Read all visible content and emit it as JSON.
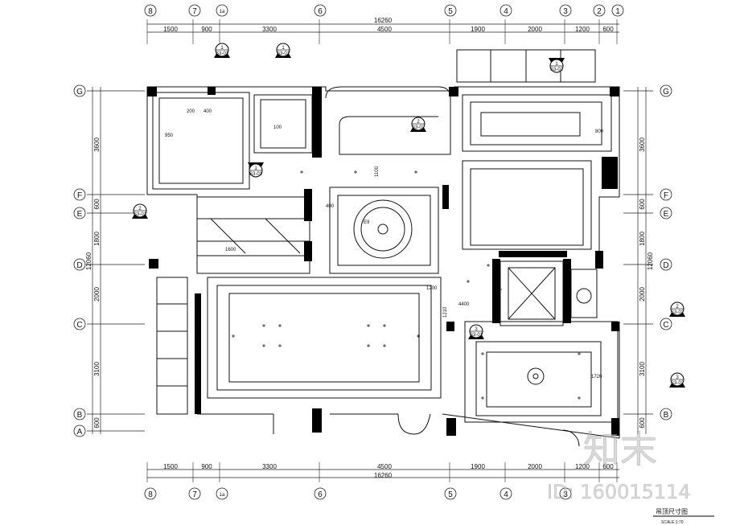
{
  "grid_columns": [
    {
      "label": "⑧",
      "x": 0
    },
    {
      "label": "⑦",
      "x": 0
    },
    {
      "label": "⑥",
      "x": 0
    },
    {
      "label": "⑤",
      "x": 0
    },
    {
      "label": "④",
      "x": 0
    },
    {
      "label": "③",
      "x": 0
    },
    {
      "label": "②",
      "x": 0
    },
    {
      "label": "①",
      "x": 0
    }
  ],
  "grid_columns_extra": "1a",
  "top_dims": [
    "1500",
    "900",
    "3300",
    "4500",
    "1900",
    "2000",
    "1200",
    "600"
  ],
  "bottom_dims": [
    "1500",
    "900",
    "3300",
    "4500",
    "1900",
    "2000",
    "1200",
    "600"
  ],
  "total_width": "16260",
  "grid_rows": [
    "G",
    "F",
    "E",
    "D",
    "C",
    "B",
    "A"
  ],
  "left_dims": [
    "3600",
    "600",
    "1800",
    "2000",
    "3100",
    "600"
  ],
  "left_total": "12060",
  "right_dims": [
    "3600",
    "600",
    "1800",
    "2000",
    "3100",
    "600"
  ],
  "right_total": "12060",
  "section_markers": [
    {
      "num": "1",
      "sheet": "S3-01"
    },
    {
      "num": "1",
      "sheet": "S3-01"
    },
    {
      "num": "1",
      "sheet": "S3-01"
    },
    {
      "num": "1",
      "sheet": "S3-02"
    },
    {
      "num": "2",
      "sheet": "S3-01"
    },
    {
      "num": "2",
      "sheet": "S3-02"
    },
    {
      "num": "2",
      "sheet": "S3-02"
    },
    {
      "num": "3",
      "sheet": "S3-01"
    },
    {
      "num": "3",
      "sheet": "S3-02"
    }
  ],
  "room_dims": [
    "950",
    "200",
    "400",
    "100",
    "1100",
    "400",
    "1600",
    "1210",
    "4400",
    "1720",
    "800",
    "1200",
    "E9"
  ],
  "title_block": {
    "title": "吊顶尺寸图",
    "scale": "SCALE:1:70"
  },
  "watermark": {
    "logo": "知末",
    "id": "ID: 160015114"
  },
  "colors": {
    "line": "#111111",
    "wall": "#000000",
    "background": "#ffffff"
  }
}
